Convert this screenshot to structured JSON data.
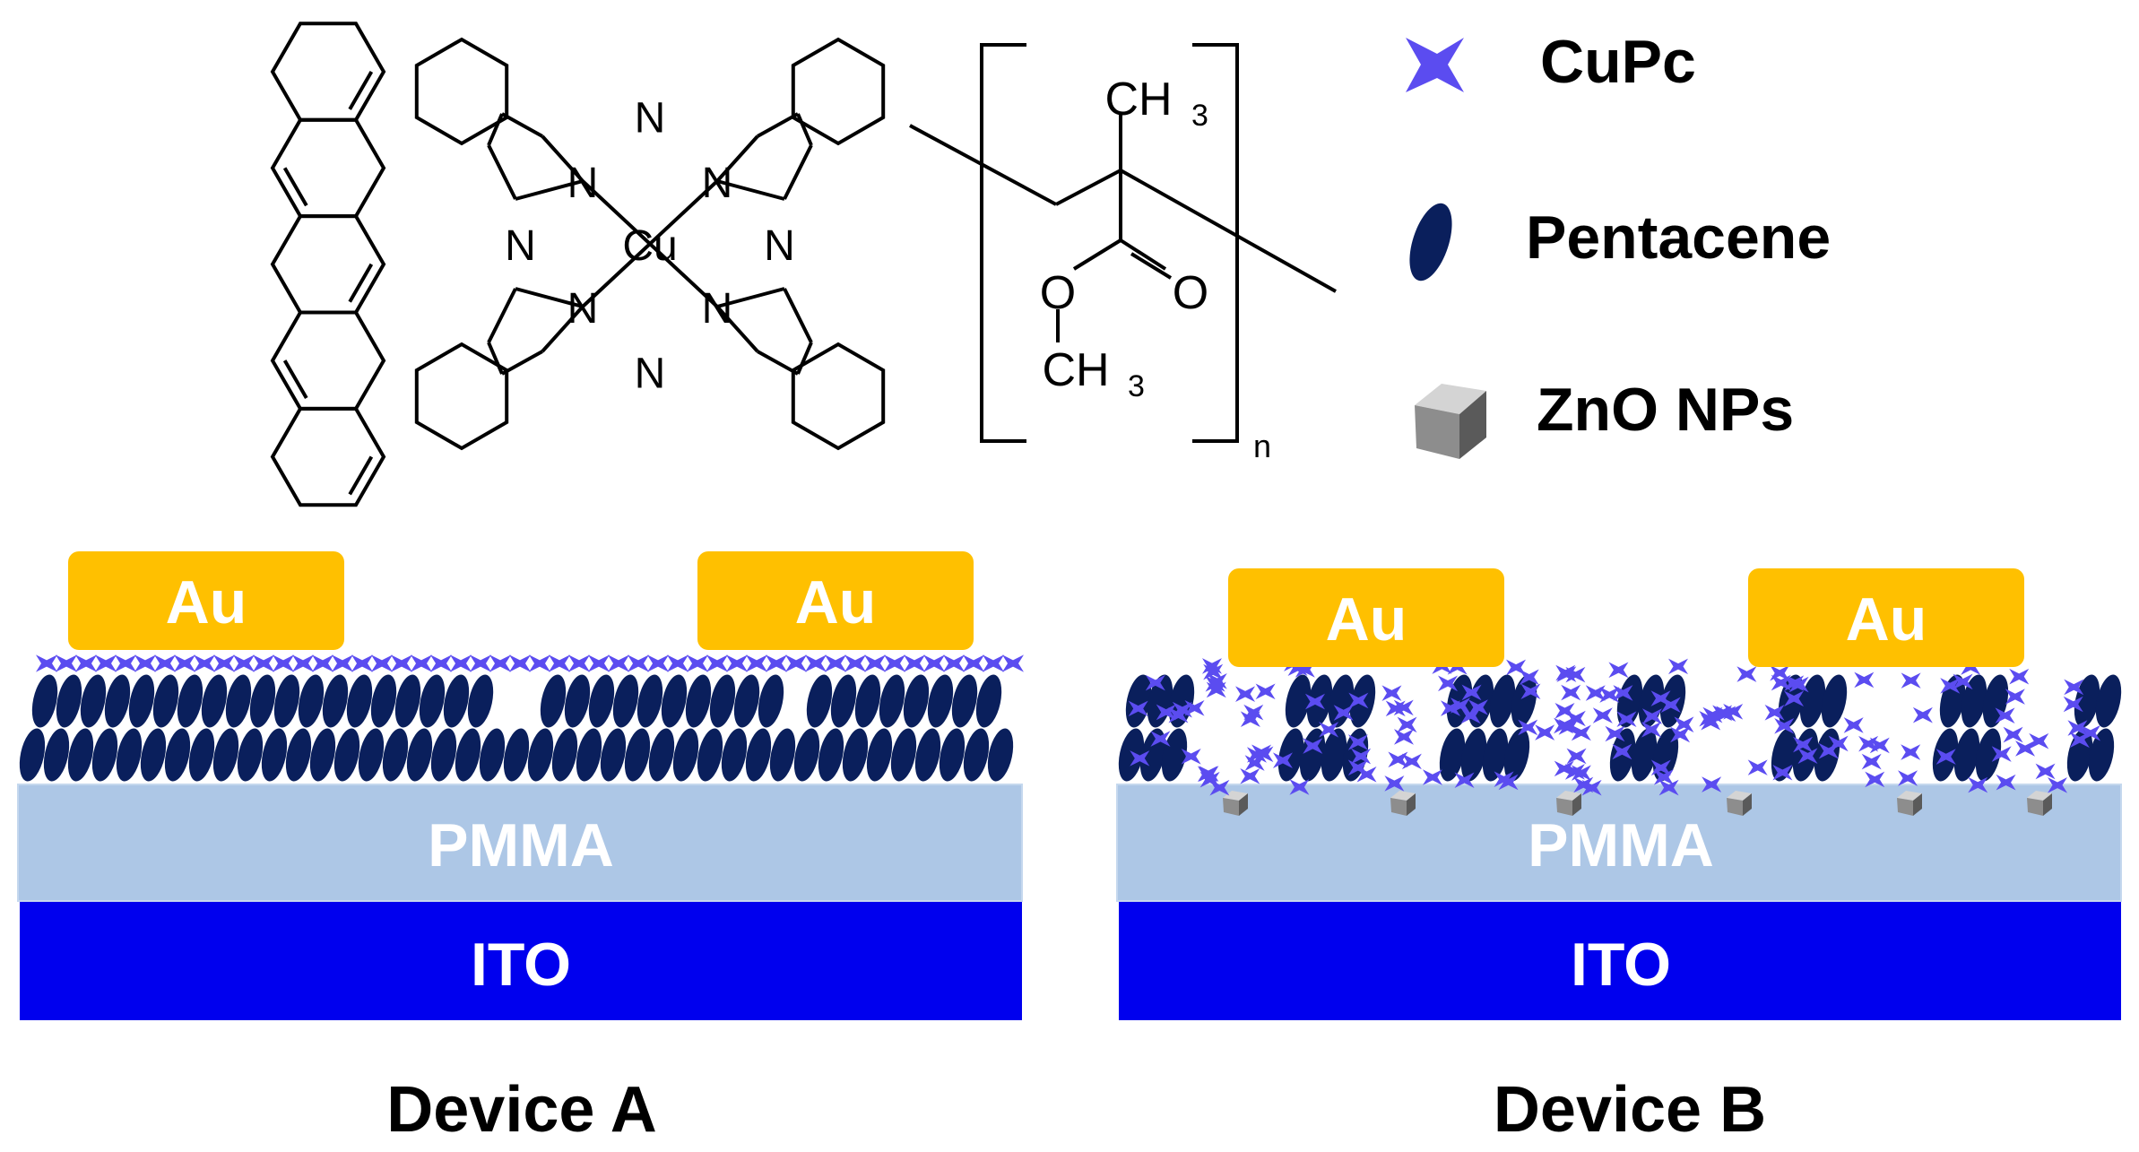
{
  "legend": {
    "items": [
      {
        "label": "CuPc",
        "icon": "star-icon",
        "color": "#5b4cf0"
      },
      {
        "label": "Pentacene",
        "icon": "ellipse-icon",
        "color": "#0a1f5c"
      },
      {
        "label": "ZnO NPs",
        "icon": "cube-icon",
        "color": "#8a8a8a"
      }
    ]
  },
  "structures": {
    "cupc": {
      "atoms": {
        "n": "N",
        "metal": "Cu"
      }
    },
    "pmma": {
      "ch3_top": "CH",
      "ch3_bottom": "CH",
      "subscript_3": "3",
      "o_single": "O",
      "o_double": "O",
      "repeat": "n"
    }
  },
  "devices": [
    {
      "caption": "Device A",
      "electrodes": [
        "Au",
        "Au"
      ],
      "layers": {
        "dielectric": "PMMA",
        "substrate": "ITO"
      }
    },
    {
      "caption": "Device B",
      "electrodes": [
        "Au",
        "Au"
      ],
      "layers": {
        "dielectric": "PMMA",
        "substrate": "ITO"
      }
    }
  ],
  "colors": {
    "gold": "#ffc000",
    "pmma": "#adc7e6",
    "ito": "#0000ee",
    "pentacene": "#0a1f5c",
    "cupc": "#5b4cf0",
    "zno": "#8a8a8a"
  }
}
